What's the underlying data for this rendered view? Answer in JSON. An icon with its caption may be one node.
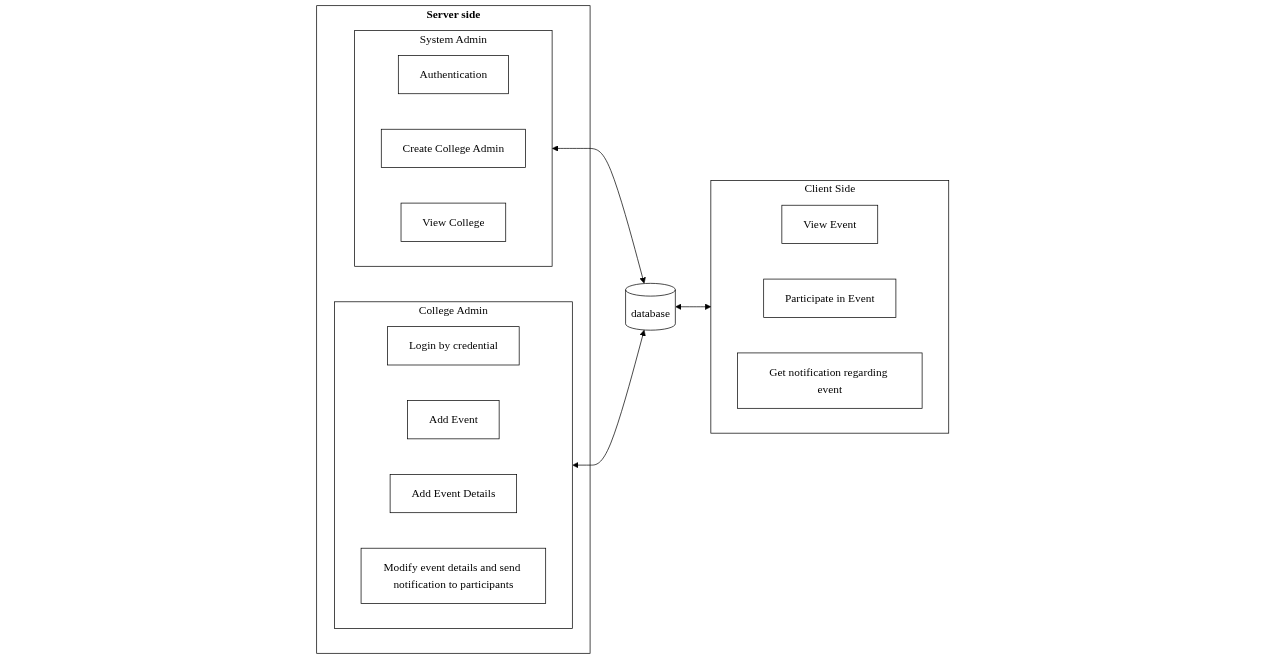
{
  "diagram": {
    "nodes": [
      {
        "text": [
          "Server side"
        ]
      },
      {
        "text": [
          "System Admin"
        ],
        "in": 0
      },
      {
        "text": [
          "Authentication"
        ],
        "in": 1
      },
      {
        "text": [
          "Create College Admin"
        ],
        "in": 1
      },
      {
        "text": [
          "View College"
        ],
        "in": 1
      },
      {
        "text": [
          "College Admin"
        ],
        "in": 0
      },
      {
        "text": [
          "Login by credential"
        ],
        "in": 5
      },
      {
        "text": [
          "Add Event"
        ],
        "in": 5
      },
      {
        "text": [
          "Add Event Details"
        ],
        "in": 5
      },
      {
        "text": [
          "Modify event details and send notification to participants"
        ],
        "in": 5
      },
      {
        "text": [
          "database"
        ]
      },
      {
        "text": [
          "Client Side"
        ]
      },
      {
        "text": [
          "View Event"
        ],
        "in": 11
      },
      {
        "text": [
          "Participate in Event"
        ],
        "in": 11
      },
      {
        "text": [
          "Get notification regarding event"
        ],
        "in": 11
      }
    ],
    "edges": [
      {
        "from": 1,
        "to": 10,
        "arrow": "both"
      },
      {
        "from": 10,
        "to": 11,
        "arrow": "both"
      },
      {
        "from": 5,
        "to": 10,
        "arrow": "both"
      }
    ]
  }
}
